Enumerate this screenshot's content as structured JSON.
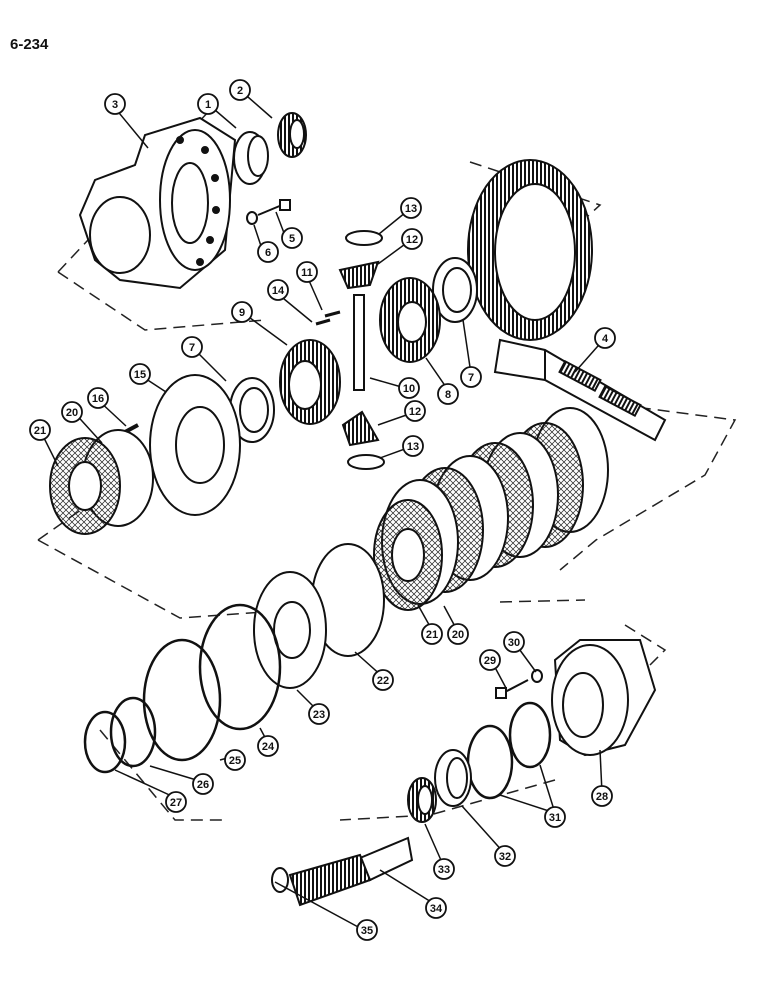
{
  "page": {
    "number": "6-234"
  },
  "callouts": [
    {
      "label": "3"
    },
    {
      "label": "1"
    },
    {
      "label": "2"
    },
    {
      "label": "4"
    },
    {
      "label": "5"
    },
    {
      "label": "6"
    },
    {
      "label": "13"
    },
    {
      "label": "12"
    },
    {
      "label": "11"
    },
    {
      "label": "14"
    },
    {
      "label": "9"
    },
    {
      "label": "7"
    },
    {
      "label": "10"
    },
    {
      "label": "8"
    },
    {
      "label": "7"
    },
    {
      "label": "15"
    },
    {
      "label": "16"
    },
    {
      "label": "20"
    },
    {
      "label": "21"
    },
    {
      "label": "12"
    },
    {
      "label": "13"
    },
    {
      "label": "21"
    },
    {
      "label": "20"
    },
    {
      "label": "22"
    },
    {
      "label": "23"
    },
    {
      "label": "24"
    },
    {
      "label": "25"
    },
    {
      "label": "26"
    },
    {
      "label": "27"
    },
    {
      "label": "29"
    },
    {
      "label": "30"
    },
    {
      "label": "28"
    },
    {
      "label": "31"
    },
    {
      "label": "32"
    },
    {
      "label": "33"
    },
    {
      "label": "34"
    },
    {
      "label": "35"
    }
  ]
}
